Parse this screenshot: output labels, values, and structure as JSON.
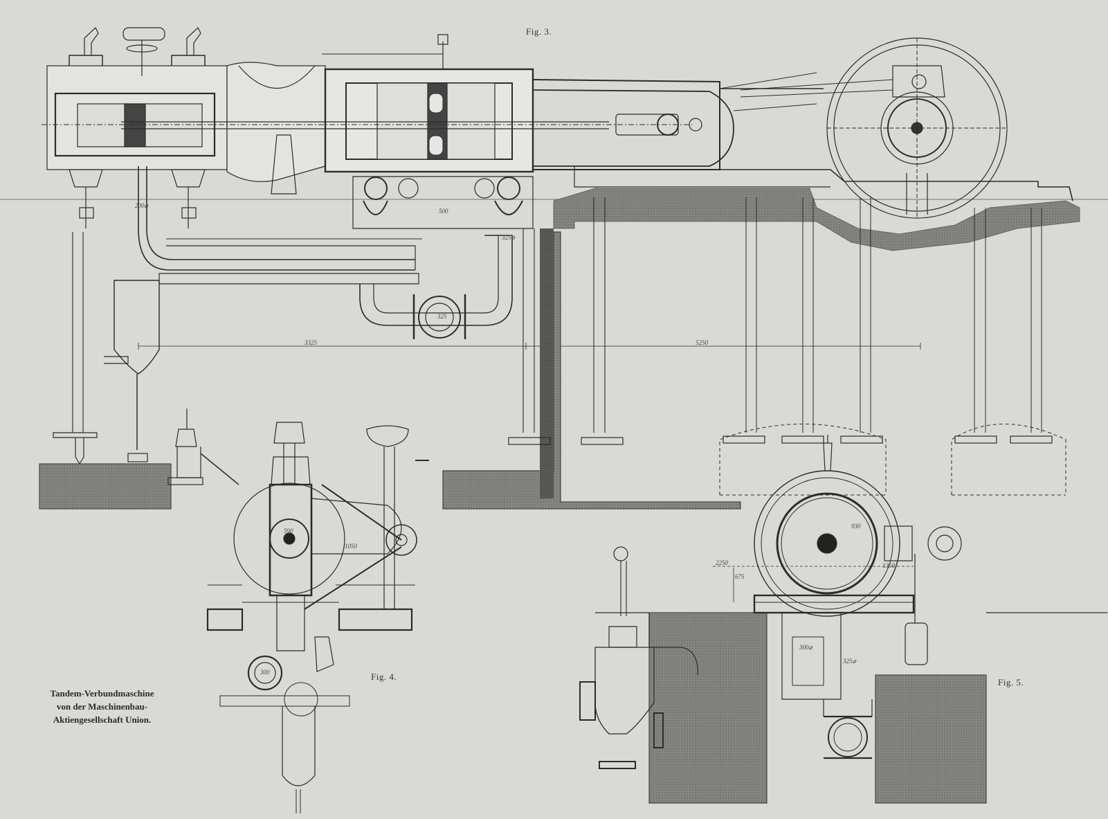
{
  "figures": {
    "fig3": "Fig. 3.",
    "fig4": "Fig. 4.",
    "fig5": "Fig. 5."
  },
  "caption": {
    "line1": "Tandem-Verbundmaschine",
    "line2": "von der Maschinenbau-",
    "line3": "Aktiengesellschaft Union."
  },
  "dimensions": {
    "d3325": "3325",
    "d5250": "5250",
    "d325a": "325⌀",
    "d325b": "325",
    "d200": "200⌀",
    "d300": "300⌀",
    "d300b": "300",
    "d325c": "325⌀",
    "d930": "930",
    "d500": "500",
    "d2250": "2250",
    "d1350": "1350",
    "d1050": "1050",
    "d675": "675",
    "d590": "590"
  },
  "colors": {
    "paper": "#d9d9d6",
    "ink": "#2b2b2b",
    "hatch": "#6f6f6c",
    "section": "#3a3a3a"
  }
}
